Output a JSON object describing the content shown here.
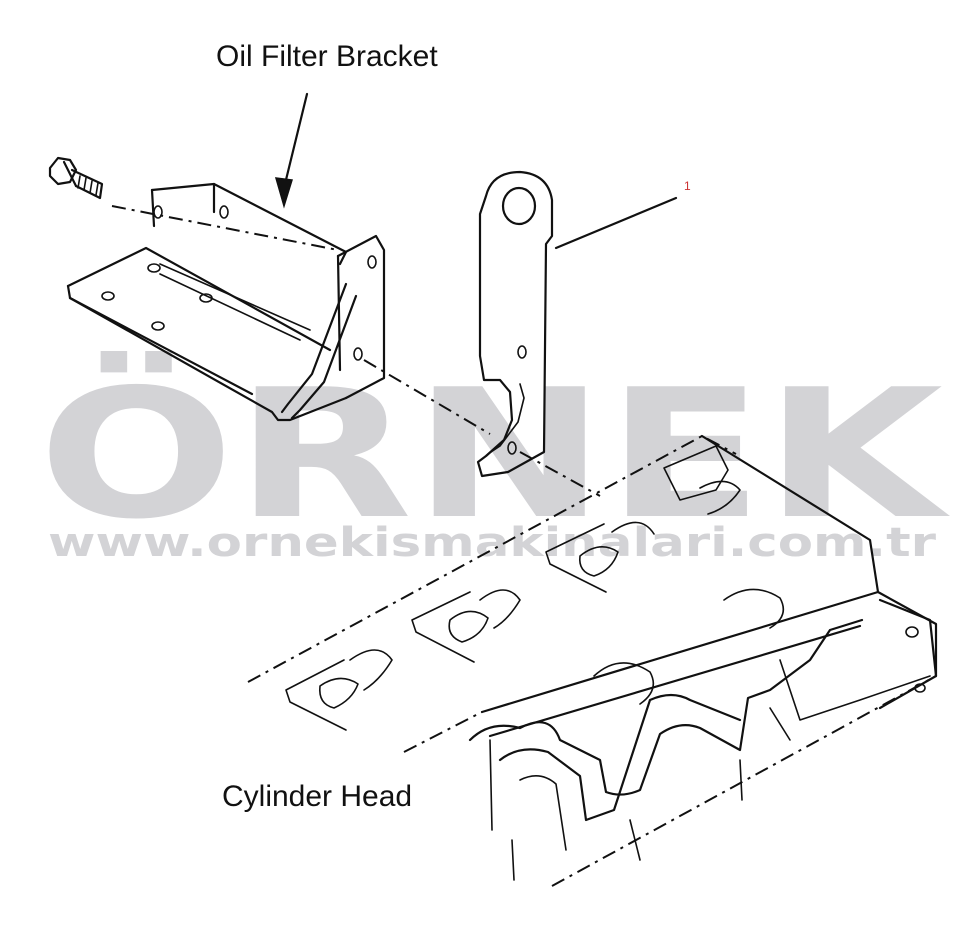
{
  "labels": {
    "oil_filter_bracket": "Oil Filter Bracket",
    "cylinder_head": "Cylinder Head",
    "callout_number": "1"
  },
  "watermark": {
    "brand": "ÖRNEK",
    "url": "www.ornekismakinalari.com.tr",
    "color": "#d3d3d6",
    "accent_color": "#f5d98a"
  }
}
